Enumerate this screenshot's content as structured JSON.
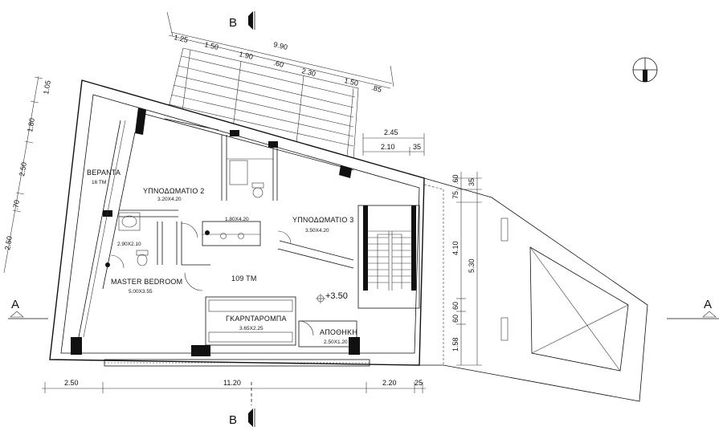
{
  "plan": {
    "section_markers": {
      "b_top": "B",
      "b_bottom": "B",
      "a_left": "A",
      "a_right": "A"
    },
    "level_mark": "+3.50",
    "rooms": {
      "veranda": {
        "name": "ΒΕΡΑΝΤΑ",
        "size": "16 TM"
      },
      "bedroom2": {
        "name": "ΥΠΝΟΔΩΜΑΤΙΟ 2",
        "size": "3.20X4.20"
      },
      "bath_small": {
        "size": "1.80X4.20"
      },
      "bedroom3": {
        "name": "ΥΠΝΟΔΩΜΑΤΙΟ 3",
        "size": "3.50X4.20"
      },
      "ensuite": {
        "size": "2.90X2.10"
      },
      "master": {
        "name": "MASTER BEDROOM",
        "size": "5.00X3.55"
      },
      "hall": {
        "name": "109 TM"
      },
      "wardrobe": {
        "name": "ΓΚΑΡΝΤΑΡΟΜΠΑ",
        "size": "3.65X2.25"
      },
      "storage": {
        "name": "ΑΠΟΘΗΚΗ",
        "size": "2.50X1.20"
      }
    },
    "dims": {
      "top": [
        "1.25",
        "1.50",
        "1.90",
        ".60",
        "2.30",
        "1.50",
        ".85"
      ],
      "top_total": "9.90",
      "left": [
        "1.05",
        "1.80",
        "2.50",
        ".70",
        "2.50"
      ],
      "right_a": [
        "2.45",
        "2.10",
        "35"
      ],
      "right_b": [
        ".60",
        "75",
        "35",
        "4.10",
        "5.30",
        "60",
        "60",
        "1.58"
      ],
      "bottom": [
        "2.50",
        "11.20",
        "2.20",
        "25"
      ]
    }
  }
}
